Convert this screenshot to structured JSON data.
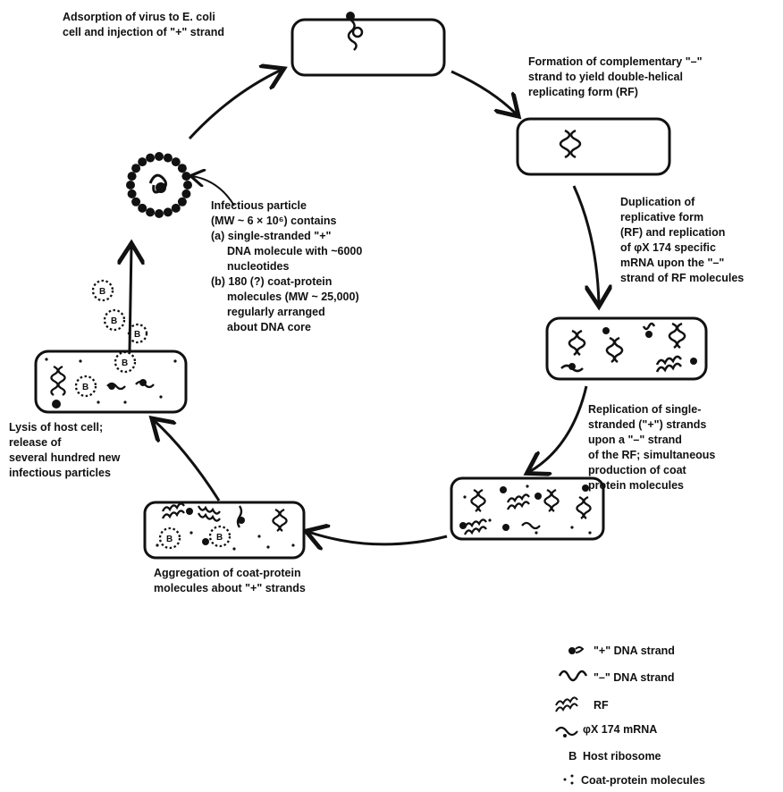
{
  "captions": {
    "adsorption": [
      "Adsorption of virus to E. coli",
      "cell and injection of \"+\" strand"
    ],
    "formation": [
      "Formation of complementary \"–\"",
      "strand to yield double-helical",
      "replicating form (RF)"
    ],
    "duplication": [
      "Duplication of",
      "replicative form",
      "(RF) and replication",
      "of φX 174 specific",
      "mRNA upon the \"–\"",
      "strand of RF molecules"
    ],
    "replication": [
      "Replication of single-",
      "stranded (\"+\") strands",
      "upon a \"–\" strand",
      "of the RF; simultaneous",
      "production of coat",
      "protein molecules"
    ],
    "aggregation": [
      "Aggregation of coat-protein",
      "molecules about \"+\" strands"
    ],
    "lysis": [
      "Lysis of host cell;",
      "release of",
      "several hundred new",
      "infectious particles"
    ],
    "infectious": [
      "Infectious particle",
      "(MW ~ 6 × 10⁶) contains",
      "(a)  single-stranded \"+\"",
      "DNA molecule with ~6000",
      "nucleotides",
      "(b)  180 (?) coat-protein",
      "molecules (MW ~ 25,000)",
      "regularly arranged",
      "about DNA core"
    ]
  },
  "legend": [
    "\"+\" DNA strand",
    "\"–\" DNA strand",
    "RF",
    "φX 174 mRNA",
    "Host ribosome",
    "Coat-protein molecules"
  ],
  "ribosome_letter": "B"
}
